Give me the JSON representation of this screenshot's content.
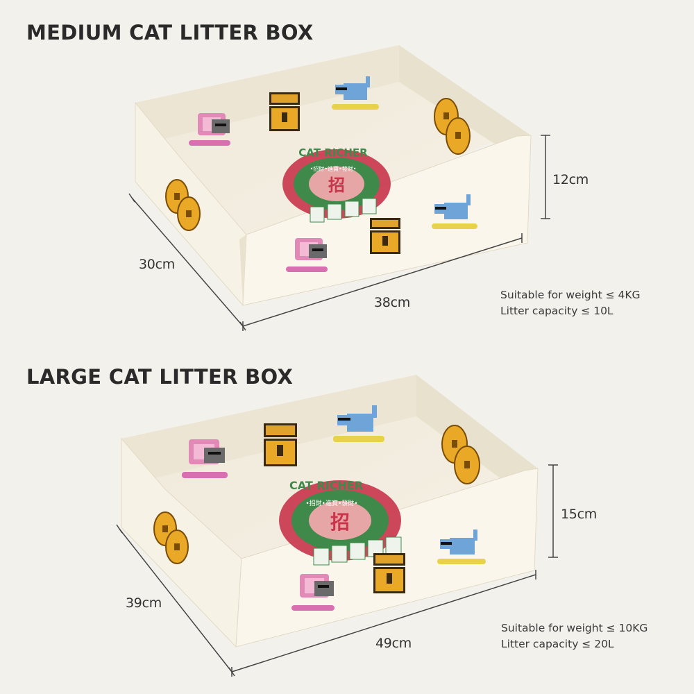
{
  "medium": {
    "title": "MEDIUM CAT LITTER BOX",
    "height": "12cm",
    "depth": "30cm",
    "width": "38cm",
    "spec_weight": "Suitable for weight ≤ 4KG",
    "spec_capacity": "Litter capacity ≤ 10L",
    "logo_text": "CAT RICHER",
    "logo_subtext": "•招財•進寶•發財•"
  },
  "large": {
    "title": "LARGE CAT LITTER BOX",
    "height": "15cm",
    "depth": "39cm",
    "width": "49cm",
    "spec_weight": "Suitable for weight ≤ 10KG",
    "spec_capacity": "Litter capacity ≤ 20L",
    "logo_text": "CAT RICHER",
    "logo_subtext": "•招財•進寶•發財•"
  },
  "colors": {
    "background": "#f3f1ec",
    "box_cream": "#f6f1e4",
    "box_shadow": "#e6dfcc",
    "coin_gold": "#e9a825",
    "medallion_green": "#3f8a4a",
    "medallion_red": "#c8344a",
    "accent_pink": "#d86fb1",
    "cat_blue": "#6fa4d8"
  }
}
